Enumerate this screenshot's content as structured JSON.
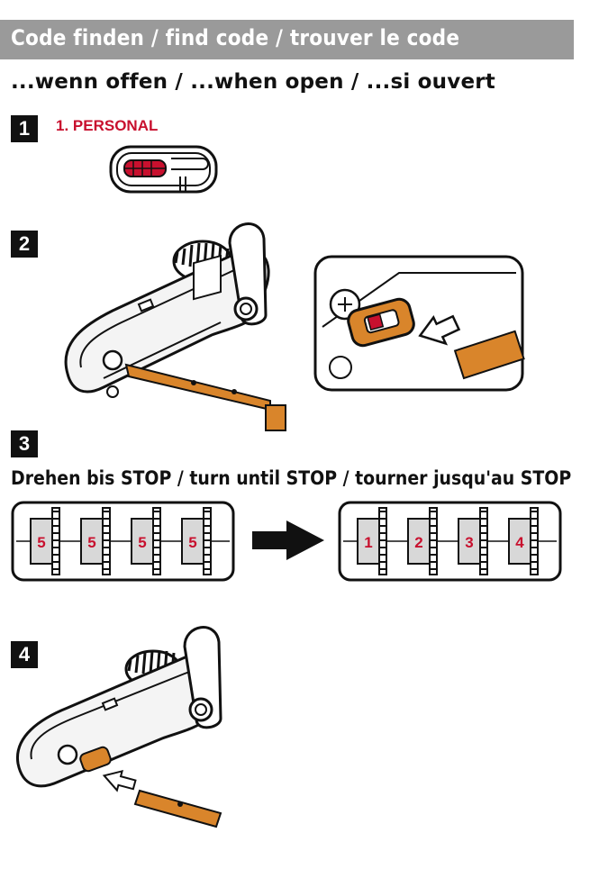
{
  "header": {
    "title": "Code finden / find code / trouver le code"
  },
  "subtitle": "...wenn offen / ...when open / ...si ouvert",
  "steps": [
    {
      "number": "1",
      "label": "1. PERSONAL"
    },
    {
      "number": "2"
    },
    {
      "number": "3",
      "instruction": "Drehen bis STOP / turn until STOP / tourner jusqu'au STOP"
    },
    {
      "number": "4"
    }
  ],
  "dials_before": [
    "5",
    "5",
    "5",
    "5"
  ],
  "dials_after": [
    "1",
    "2",
    "3",
    "4"
  ],
  "colors": {
    "accent": "#c8102e",
    "tool": "#d9852b",
    "header_bg": "#9a9a9a"
  }
}
